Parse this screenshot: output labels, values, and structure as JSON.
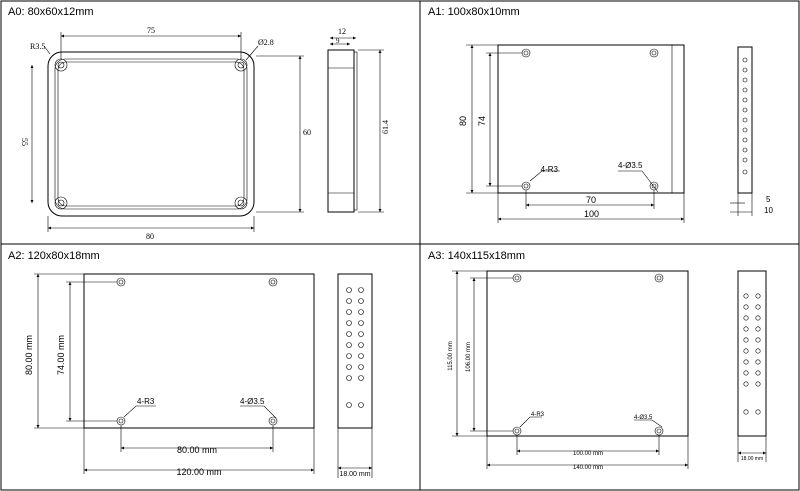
{
  "panels": [
    {
      "title": "A0: 80x60x12mm",
      "dims": {
        "top": "75",
        "dia": "Ø2.8",
        "rad": "R3.5",
        "left": "55",
        "right": "60",
        "bottom": "80",
        "side_top_a": "12",
        "side_top_b": "9",
        "side_right": "61.4"
      }
    },
    {
      "title": "A1: 100x80x10mm",
      "dims": {
        "height_outer": "80",
        "height_inner": "74",
        "rad": "4-R3",
        "dia": "4-Ø3.5",
        "width_inner": "70",
        "width_outer": "100",
        "side_a": "5",
        "side_b": "10"
      }
    },
    {
      "title": "A2: 120x80x18mm",
      "dims": {
        "height_outer": "80.00 mm",
        "height_inner": "74.00 mm",
        "rad": "4-R3",
        "dia": "4-Ø3.5",
        "width_inner": "80.00 mm",
        "width_outer": "120.00 mm",
        "side": "18.00 mm"
      }
    },
    {
      "title": "A3: 140x115x18mm",
      "dims": {
        "height_outer": "115.00 mm",
        "height_inner": "106.00 mm",
        "rad": "4-R3",
        "dia": "4-Ø3.5",
        "width_inner": "100.00 mm",
        "width_outer": "140.00 mm",
        "side": "18.00 mm"
      }
    }
  ]
}
